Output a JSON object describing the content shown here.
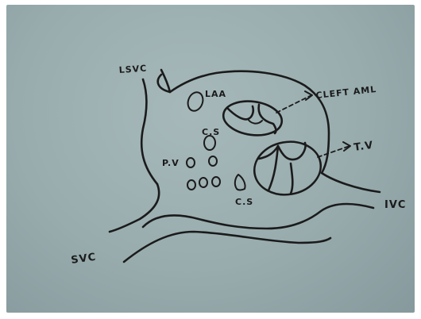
{
  "labels": {
    "lsvc": "LSVC",
    "laa": "LAA",
    "cleft_aml": "CLEFT AML",
    "cs_upper": "C.S",
    "pv": "P.V",
    "tv": "T.V",
    "cs_lower": "C.S",
    "ivc": "IVC",
    "svc": "SVC"
  }
}
